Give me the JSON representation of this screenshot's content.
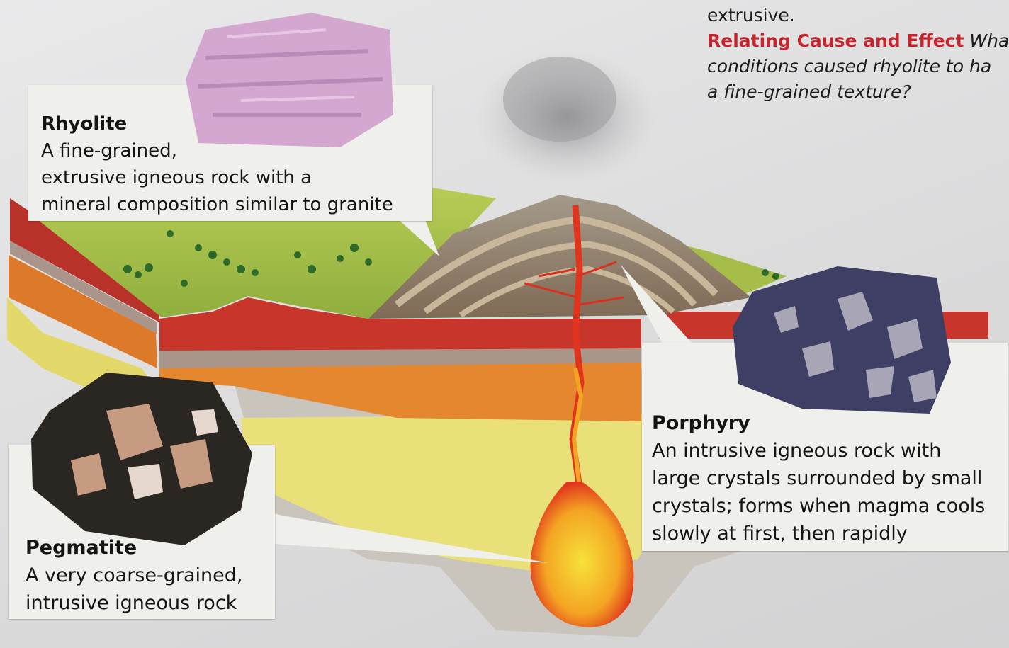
{
  "side_text": {
    "line1": "extrusive.",
    "cause_label": "Relating Cause and Effect",
    "question_start": "Wha",
    "question_line2": "conditions caused rhyolite to ha",
    "question_line3": "a fine-grained texture?"
  },
  "callouts": {
    "rhyolite": {
      "title": "Rhyolite",
      "lines": [
        "A fine-grained,",
        "extrusive igneous rock with a",
        "mineral composition similar to granite"
      ]
    },
    "porphyry": {
      "title": "Porphyry",
      "lines": [
        "An intrusive igneous rock with",
        "large crystals surrounded by small",
        "crystals; forms when magma cools",
        "slowly at first, then rapidly"
      ]
    },
    "pegmatite": {
      "title": "Pegmatite",
      "lines": [
        "A very coarse-grained,",
        "intrusive igneous rock"
      ]
    }
  },
  "colors": {
    "accent_red": "#c4242e",
    "magma_core": "#f7e23a",
    "magma_edge": "#e0341c"
  }
}
